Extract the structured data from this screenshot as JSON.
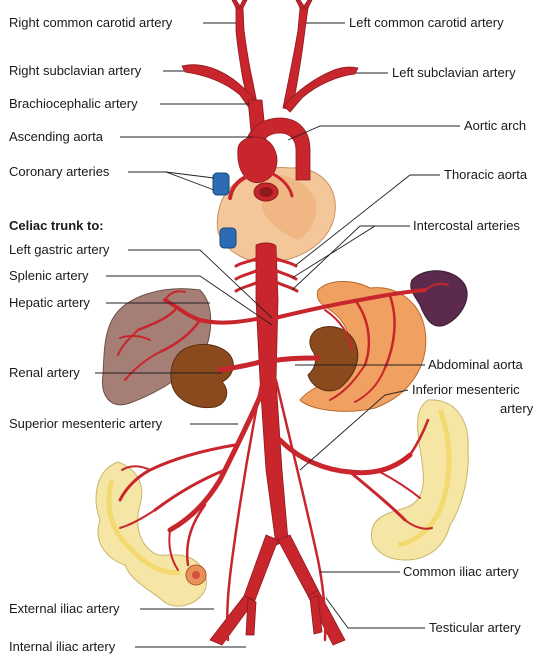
{
  "labels": {
    "right_common_carotid": "Right common carotid artery",
    "left_common_carotid": "Left common carotid artery",
    "right_subclavian": "Right subclavian artery",
    "left_subclavian": "Left subclavian artery",
    "brachiocephalic": "Brachiocephalic artery",
    "aortic_arch": "Aortic arch",
    "ascending_aorta": "Ascending aorta",
    "coronary": "Coronary arteries",
    "thoracic_aorta": "Thoracic aorta",
    "celiac_heading": "Celiac trunk to:",
    "intercostal": "Intercostal arteries",
    "left_gastric": "Left gastric artery",
    "splenic": "Splenic artery",
    "hepatic": "Hepatic artery",
    "renal": "Renal artery",
    "abdominal_aorta": "Abdominal aorta",
    "inferior_mesenteric_1": "Inferior mesenteric",
    "inferior_mesenteric_2": "artery",
    "superior_mesenteric": "Superior mesenteric artery",
    "common_iliac": "Common iliac artery",
    "external_iliac": "External iliac artery",
    "testicular": "Testicular artery",
    "internal_iliac": "Internal iliac artery"
  },
  "colors": {
    "artery": "#c8262c",
    "vein": "#2b6cb5",
    "heart": "#f3c79a",
    "liver": "#a57f76",
    "kidney": "#8a4a1e",
    "stomach": "#f0a060",
    "spleen": "#5b2a4c",
    "intestine": "#f6e6a6"
  }
}
